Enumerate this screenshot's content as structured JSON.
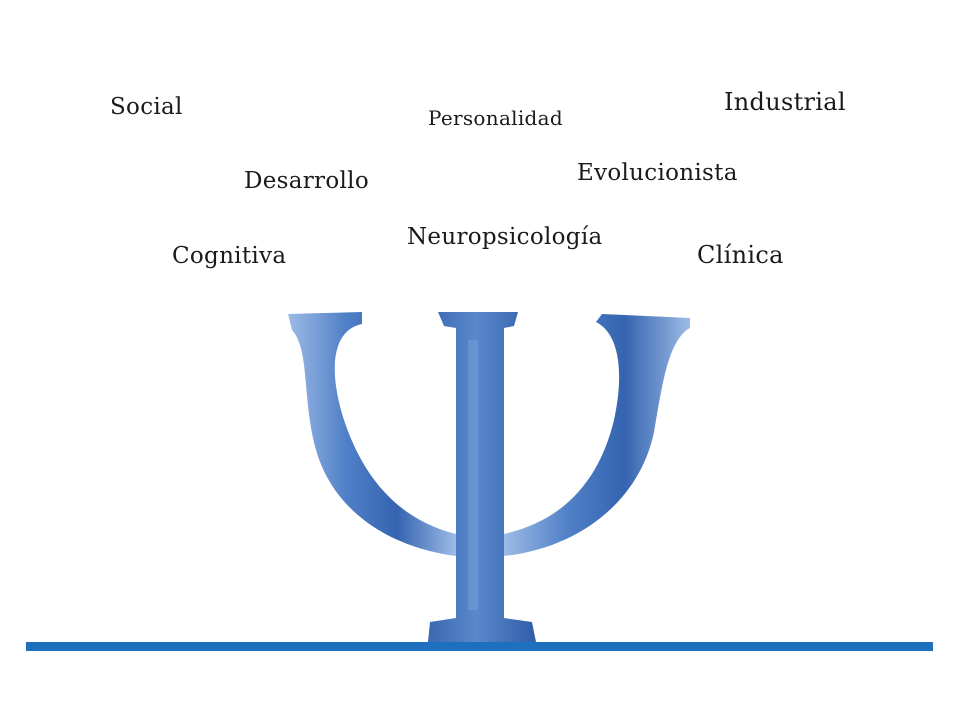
{
  "words": {
    "social": "Social",
    "personalidad": "Personalidad",
    "industrial": "Industrial",
    "desarrollo": "Desarrollo",
    "evolucionista": "Evolucionista",
    "neuropsicologia": "Neuropsicología",
    "cognitiva": "Cognitiva",
    "clinica": "Clínica"
  },
  "icon": "psi-symbol-icon",
  "colors": {
    "psi_light": "#8fb0e0",
    "psi_mid": "#4f7fc6",
    "psi_dark": "#2f5ea8",
    "baseline": "#1f6fbf",
    "text": "#1a1a1a"
  }
}
